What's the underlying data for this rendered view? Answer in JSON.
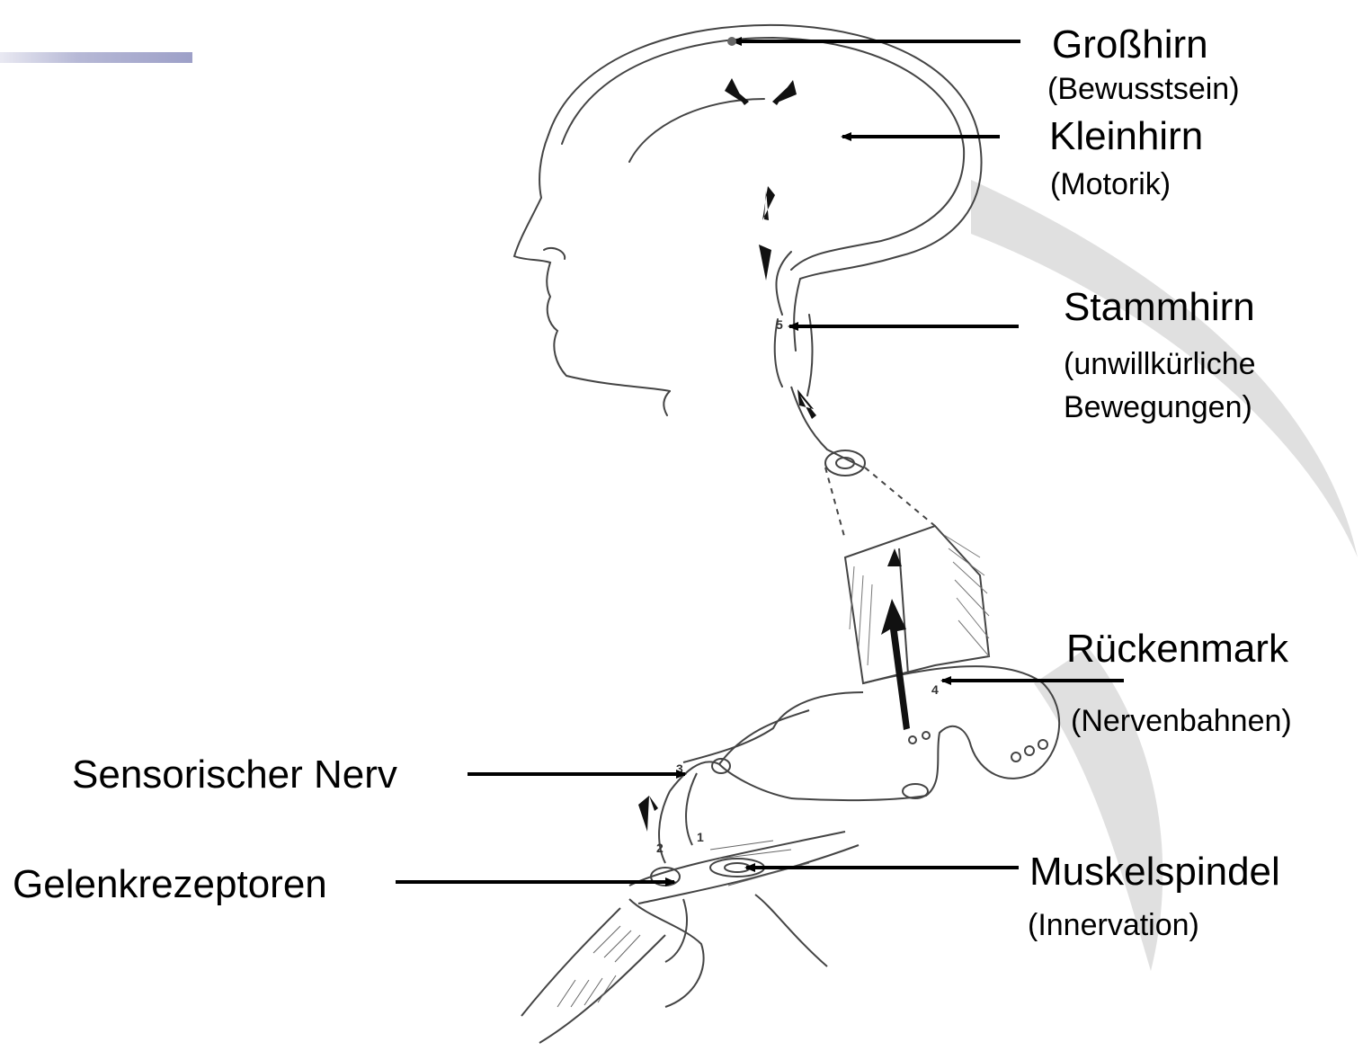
{
  "labels": {
    "grosshirn": {
      "title": "Großhirn",
      "sub": "(Bewusstsein)"
    },
    "kleinhirn": {
      "title": "Kleinhirn",
      "sub": "(Motorik)"
    },
    "stammhirn": {
      "title": "Stammhirn",
      "sub_line1": "(unwillkürliche",
      "sub_line2": "Bewegungen)"
    },
    "rueckenmark": {
      "title": "Rückenmark",
      "sub": "(Nervenbahnen)"
    },
    "sensorischer_nerv": {
      "title": "Sensorischer Nerv"
    },
    "gelenkrezeptoren": {
      "title": "Gelenkrezeptoren"
    },
    "muskelspindel": {
      "title": "Muskelspindel",
      "sub": "(Innervation)"
    }
  },
  "pathway_numbers": [
    "1",
    "2",
    "3",
    "4",
    "5"
  ],
  "colors": {
    "line": "#000000",
    "sketch": "#444444",
    "watermark": "#d4d4d4",
    "accent": "#9da0c8"
  }
}
